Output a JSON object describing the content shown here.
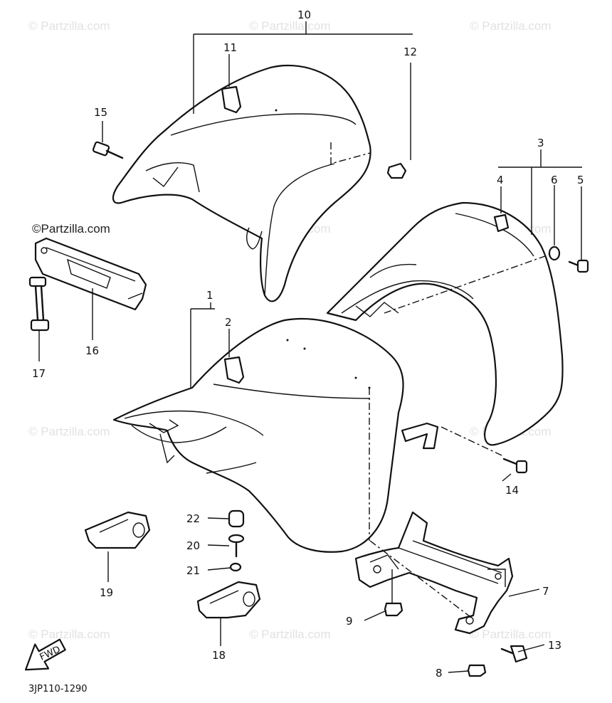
{
  "watermark": {
    "text": "© Partzilla.com",
    "primary_text": "©Partzilla.com"
  },
  "diagram_code": "3JP110-1290",
  "fwd_label": "FWD",
  "callouts": {
    "c1": "1",
    "c2": "2",
    "c3": "3",
    "c4": "4",
    "c5": "5",
    "c6": "6",
    "c7": "7",
    "c8": "8",
    "c9": "9",
    "c10": "10",
    "c11": "11",
    "c12": "12",
    "c13": "13",
    "c14": "14",
    "c15": "15",
    "c16": "16",
    "c17": "17",
    "c18": "18",
    "c19": "19",
    "c20": "20",
    "c21": "21",
    "c22": "22"
  }
}
